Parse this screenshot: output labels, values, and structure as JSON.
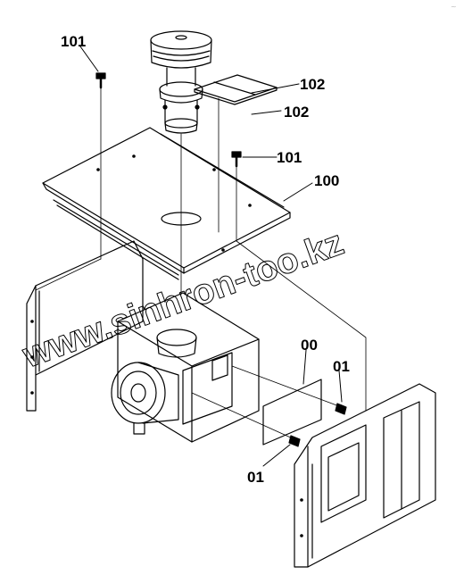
{
  "diagram": {
    "labels": {
      "bolt_top": "101",
      "plate_upper": "102",
      "plate_lower": "102",
      "bolt_mid": "101",
      "cover": "100",
      "panel": "00",
      "bolt_right": "01",
      "bolt_bottom": "01"
    },
    "watermark": "www.sinhron-too.kz",
    "corner_mark": "~"
  }
}
